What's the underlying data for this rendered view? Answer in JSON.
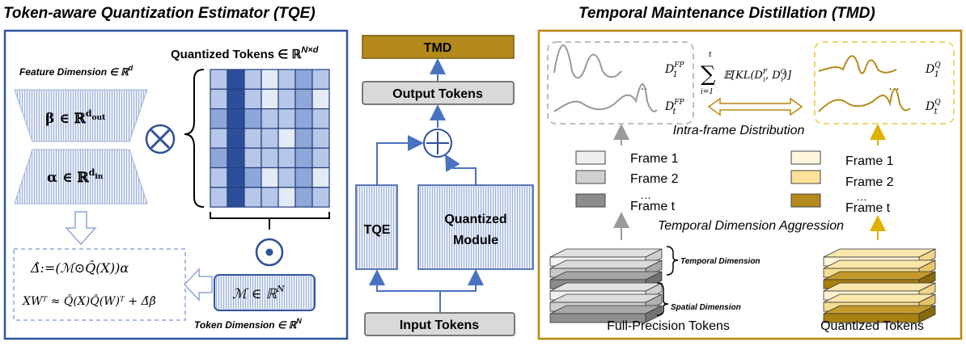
{
  "tqe": {
    "title": "Token-aware Quantization Estimator (TQE)",
    "feature_dim_label": "Feature Dimension ∈ ℝ",
    "feature_dim_sup": "d",
    "beta_label": "β ∈ ℝ",
    "beta_sup": "d",
    "beta_sub": "out",
    "alpha_label": "α ∈ ℝ",
    "alpha_sup": "d",
    "alpha_sub": "in",
    "quantized_tokens_label": "Quantized Tokens ∈ ℝ",
    "quantized_tokens_sup": "N×d",
    "mask_label": "ℳ ∈ ℝ",
    "mask_sup": "N",
    "token_dim_label": "Token Dimension ∈ ℝ",
    "token_dim_sup": "N",
    "eq1": "Δ̂:=(ℳ⊙Q̂(X))α",
    "eq2": "XWᵀ ≈ Q̂(X)Q̂(W)ᵀ + Δ̂β̂",
    "grid_levels": [
      [
        1,
        3,
        1,
        0,
        1,
        2,
        1
      ],
      [
        1,
        3,
        1,
        0,
        1,
        2,
        0
      ],
      [
        2,
        3,
        2,
        1,
        1,
        2,
        1
      ],
      [
        1,
        3,
        1,
        1,
        0,
        2,
        1
      ],
      [
        2,
        3,
        1,
        1,
        1,
        2,
        1
      ],
      [
        1,
        3,
        2,
        0,
        1,
        2,
        0
      ],
      [
        1,
        3,
        1,
        1,
        0,
        2,
        1
      ]
    ]
  },
  "middle": {
    "tmd_label": "TMD",
    "output_tokens_label": "Output Tokens",
    "tqe_label": "TQE",
    "quantized_module_line1": "Quantized",
    "quantized_module_line2": "Module",
    "input_tokens_label": "Input Tokens"
  },
  "tmd": {
    "title": "Temporal Maintenance Distillation (TMD)",
    "dfp1": "D",
    "dfp1_sup": "FP",
    "dfp1_sub": "1",
    "dfpt": "D",
    "dfpt_sup": "FP",
    "dfpt_sub": "t",
    "dq1": "D",
    "dq1_sup": "Q",
    "dq1_sub": "1",
    "dqt": "D",
    "dqt_sup": "Q",
    "dqt_sub": "t",
    "sum_top": "t",
    "sum_bottom": "i=1",
    "kl_expr": "𝔼[KL(D",
    "kl_f_sup": "F",
    "kl_f_sub": "i",
    "kl_mid": ", D",
    "kl_q_sup": "Q",
    "kl_q_sub": "i",
    "kl_end": ")]",
    "ellipsis": "…",
    "intra_frame": "Intra-frame Distribution",
    "fp_frames": [
      "Frame 1",
      "Frame 2",
      "…",
      "Frame t"
    ],
    "q_frames": [
      "Frame 1",
      "Frame 2",
      "…",
      "Frame t"
    ],
    "temporal_aggression": "Temporal Dimension Aggression",
    "temporal_dimension": "Temporal Dimension",
    "spatial_dimension": "Spatial Dimension",
    "fp_tokens_label": "Full-Precision Tokens",
    "q_tokens_label": "Quantized Tokens"
  },
  "colors": {
    "blue_border": "#2f55a4",
    "blue_dark": "#2e4f9a",
    "gold": "#b8860b",
    "gold_fill": "#b38a1b"
  }
}
